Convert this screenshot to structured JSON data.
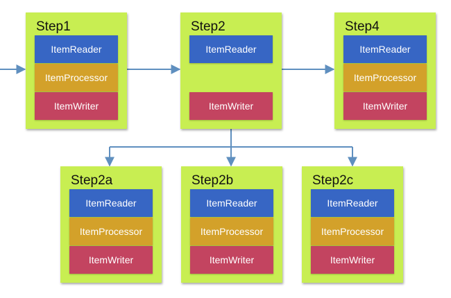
{
  "colors": {
    "step_fill": "#c8ee52",
    "reader": "#3766c4",
    "processor": "#d3a12a",
    "writer": "#c34460",
    "arrow": "#5f8fbf"
  },
  "steps": [
    {
      "id": "step1",
      "title": "Step1",
      "components": [
        "ItemReader",
        "ItemProcessor",
        "ItemWriter"
      ]
    },
    {
      "id": "step2",
      "title": "Step2",
      "components": [
        "ItemReader",
        "",
        "ItemWriter"
      ]
    },
    {
      "id": "step4",
      "title": "Step4",
      "components": [
        "ItemReader",
        "ItemProcessor",
        "ItemWriter"
      ]
    },
    {
      "id": "step2a",
      "title": "Step2a",
      "components": [
        "ItemReader",
        "ItemProcessor",
        "ItemWriter"
      ]
    },
    {
      "id": "step2b",
      "title": "Step2b",
      "components": [
        "ItemReader",
        "ItemProcessor",
        "ItemWriter"
      ]
    },
    {
      "id": "step2c",
      "title": "Step2c",
      "components": [
        "ItemReader",
        "ItemProcessor",
        "ItemWriter"
      ]
    }
  ],
  "connections": [
    {
      "from": "entry",
      "to": "step1"
    },
    {
      "from": "step1",
      "to": "step2"
    },
    {
      "from": "step2",
      "to": "step4"
    },
    {
      "from": "step2",
      "to": "step2a"
    },
    {
      "from": "step2",
      "to": "step2b"
    },
    {
      "from": "step2",
      "to": "step2c"
    }
  ]
}
